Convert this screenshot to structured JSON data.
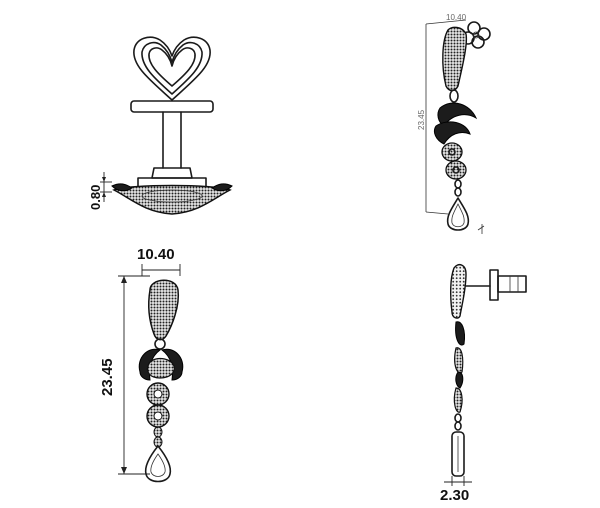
{
  "title": "",
  "views": {
    "front_stud": {
      "dim_label": "0.80"
    },
    "isometric": {
      "dim_label_width": "10.40",
      "dim_label_height": "23.45"
    },
    "front": {
      "dim_width": "10.40",
      "dim_height": "23.45"
    },
    "side": {
      "dim_depth": "2.30"
    }
  }
}
